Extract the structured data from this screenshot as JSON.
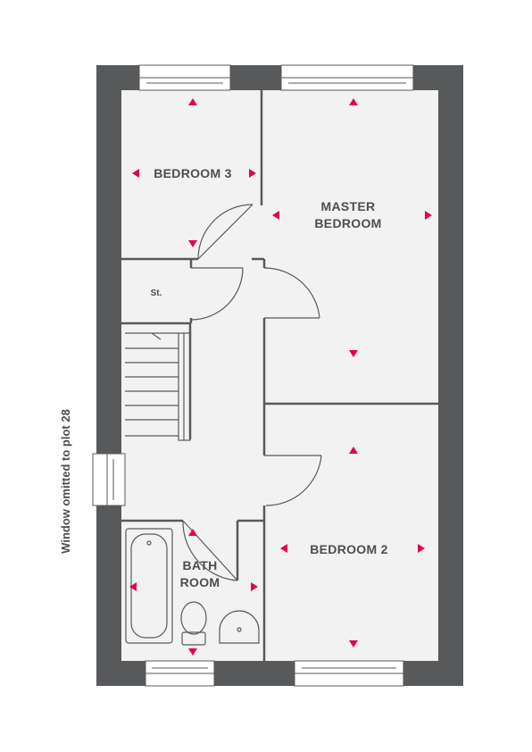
{
  "colors": {
    "wall": "#58595b",
    "floor": "#f2f2f2",
    "line": "#58595b",
    "window_fill": "#ffffff",
    "arrow": "#e6004c",
    "text": "#4d4d4f",
    "background": "#ffffff"
  },
  "rooms": {
    "bedroom3": "BEDROOM 3",
    "master_line1": "MASTER",
    "master_line2": "BEDROOM",
    "store": "St.",
    "bedroom2": "BEDROOM 2",
    "bath_line1": "BATH",
    "bath_line2": "ROOM"
  },
  "notes": {
    "window_note": "Window omitted to plot 28"
  },
  "icons": [
    "dimension-arrow-icon",
    "bath-tub-icon",
    "toilet-icon",
    "basin-icon",
    "staircase-icon",
    "door-swing-icon",
    "window-icon"
  ]
}
